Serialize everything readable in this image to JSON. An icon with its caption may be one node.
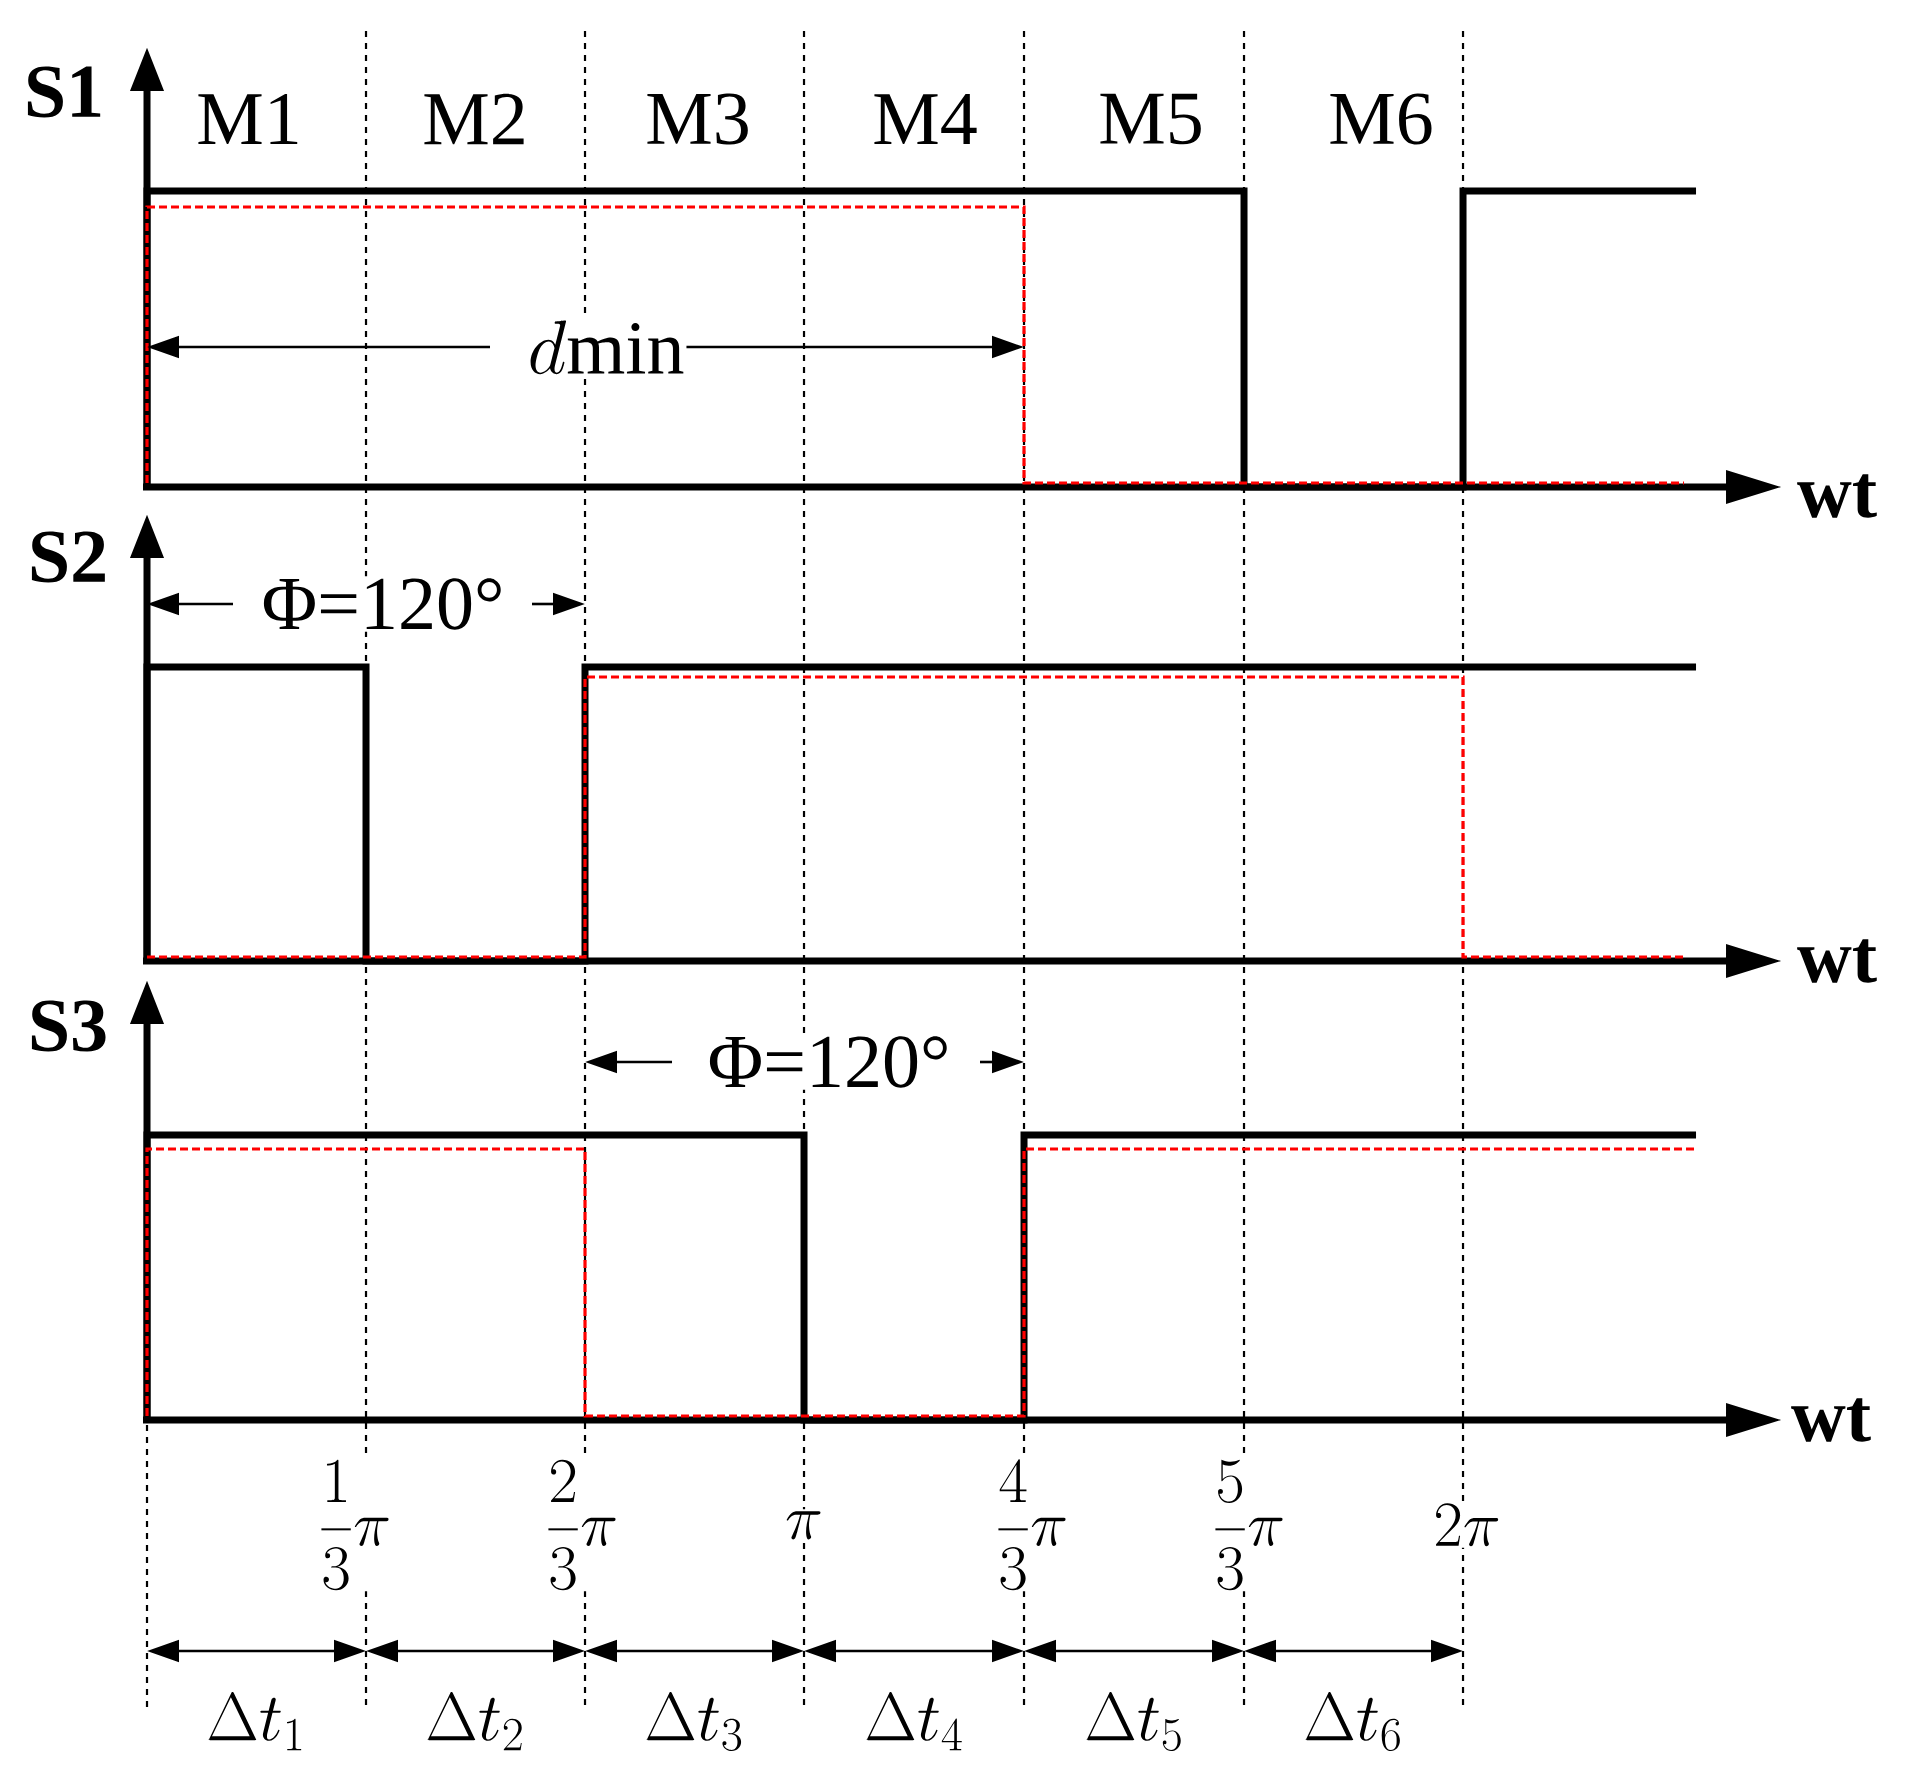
{
  "diagram": {
    "labels": [
      "S1",
      "M1",
      "M2",
      "M3",
      "M4",
      "M5",
      "M6",
      "d\\mathrm{min}",
      "wt",
      "S2",
      "Φ=120°",
      "wt",
      "S3",
      "Φ=120°",
      "wt",
      "\\dfrac{1}{3}\\pi",
      "\\dfrac{2}{3}\\pi",
      "\\pi",
      "\\dfrac{4}{3}\\pi",
      "\\dfrac{5}{3}\\pi",
      "2\\pi",
      "\\Delta t_{1}",
      "\\Delta t_{2}",
      "\\Delta t_{3}",
      "\\Delta t_{4}",
      "\\Delta t_{5}",
      "\\Delta t_{6}"
    ]
  }
}
